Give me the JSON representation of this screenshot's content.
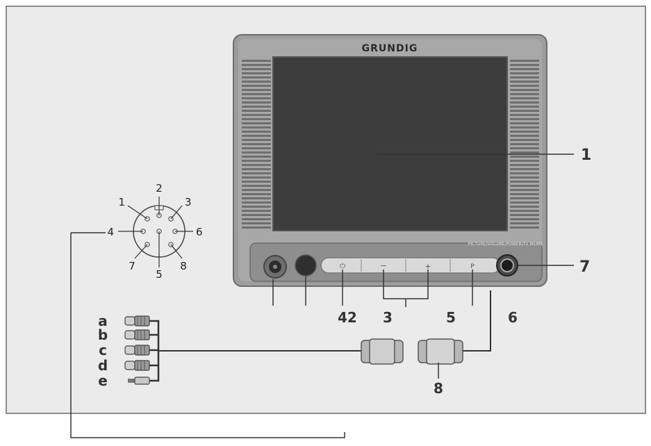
{
  "device": {
    "brand": "GRUNDIG",
    "panel_text": "PICTURE/VOLUME/POWER/TV MENU"
  },
  "buttons": {
    "power_glyph": "⏻",
    "minus_glyph": "−",
    "plus_glyph": "+",
    "p_glyph": "P"
  },
  "callouts": {
    "c1": "1",
    "c7": "7",
    "c42": "42",
    "c3": "3",
    "c5": "5",
    "c6": "6",
    "c8": "8"
  },
  "connector_pins": [
    "1",
    "2",
    "3",
    "4",
    "5",
    "6",
    "7",
    "8"
  ],
  "cable_letters": [
    "a",
    "b",
    "c",
    "d",
    "e"
  ],
  "colors": {
    "frame_border": "#8a8a8a",
    "panel_bg": "#e9e9e9",
    "bezel": "#9a9a9a",
    "screen": "#3b3b3b",
    "line": "#333333"
  }
}
